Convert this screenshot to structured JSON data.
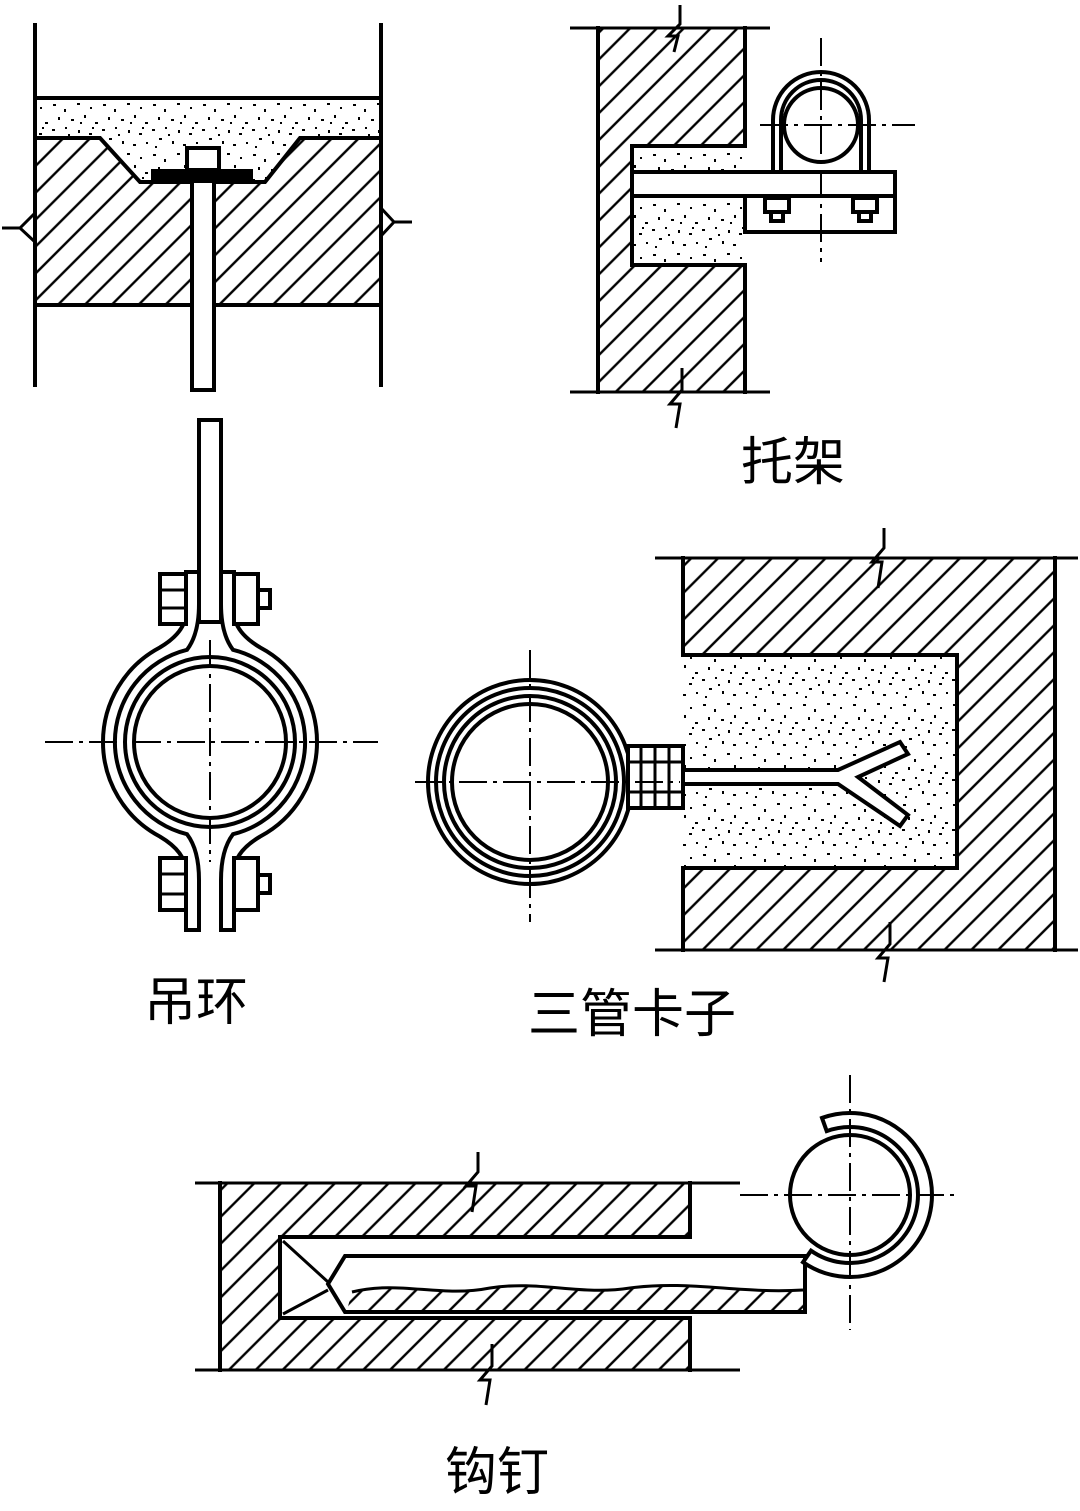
{
  "labels": {
    "bracket": "托架",
    "hanging_ring": "吊环",
    "three_pipe_clamp": "三管卡子",
    "hook_nail": "钩钉"
  },
  "colors": {
    "ink": "#000000",
    "paper": "#ffffff"
  }
}
